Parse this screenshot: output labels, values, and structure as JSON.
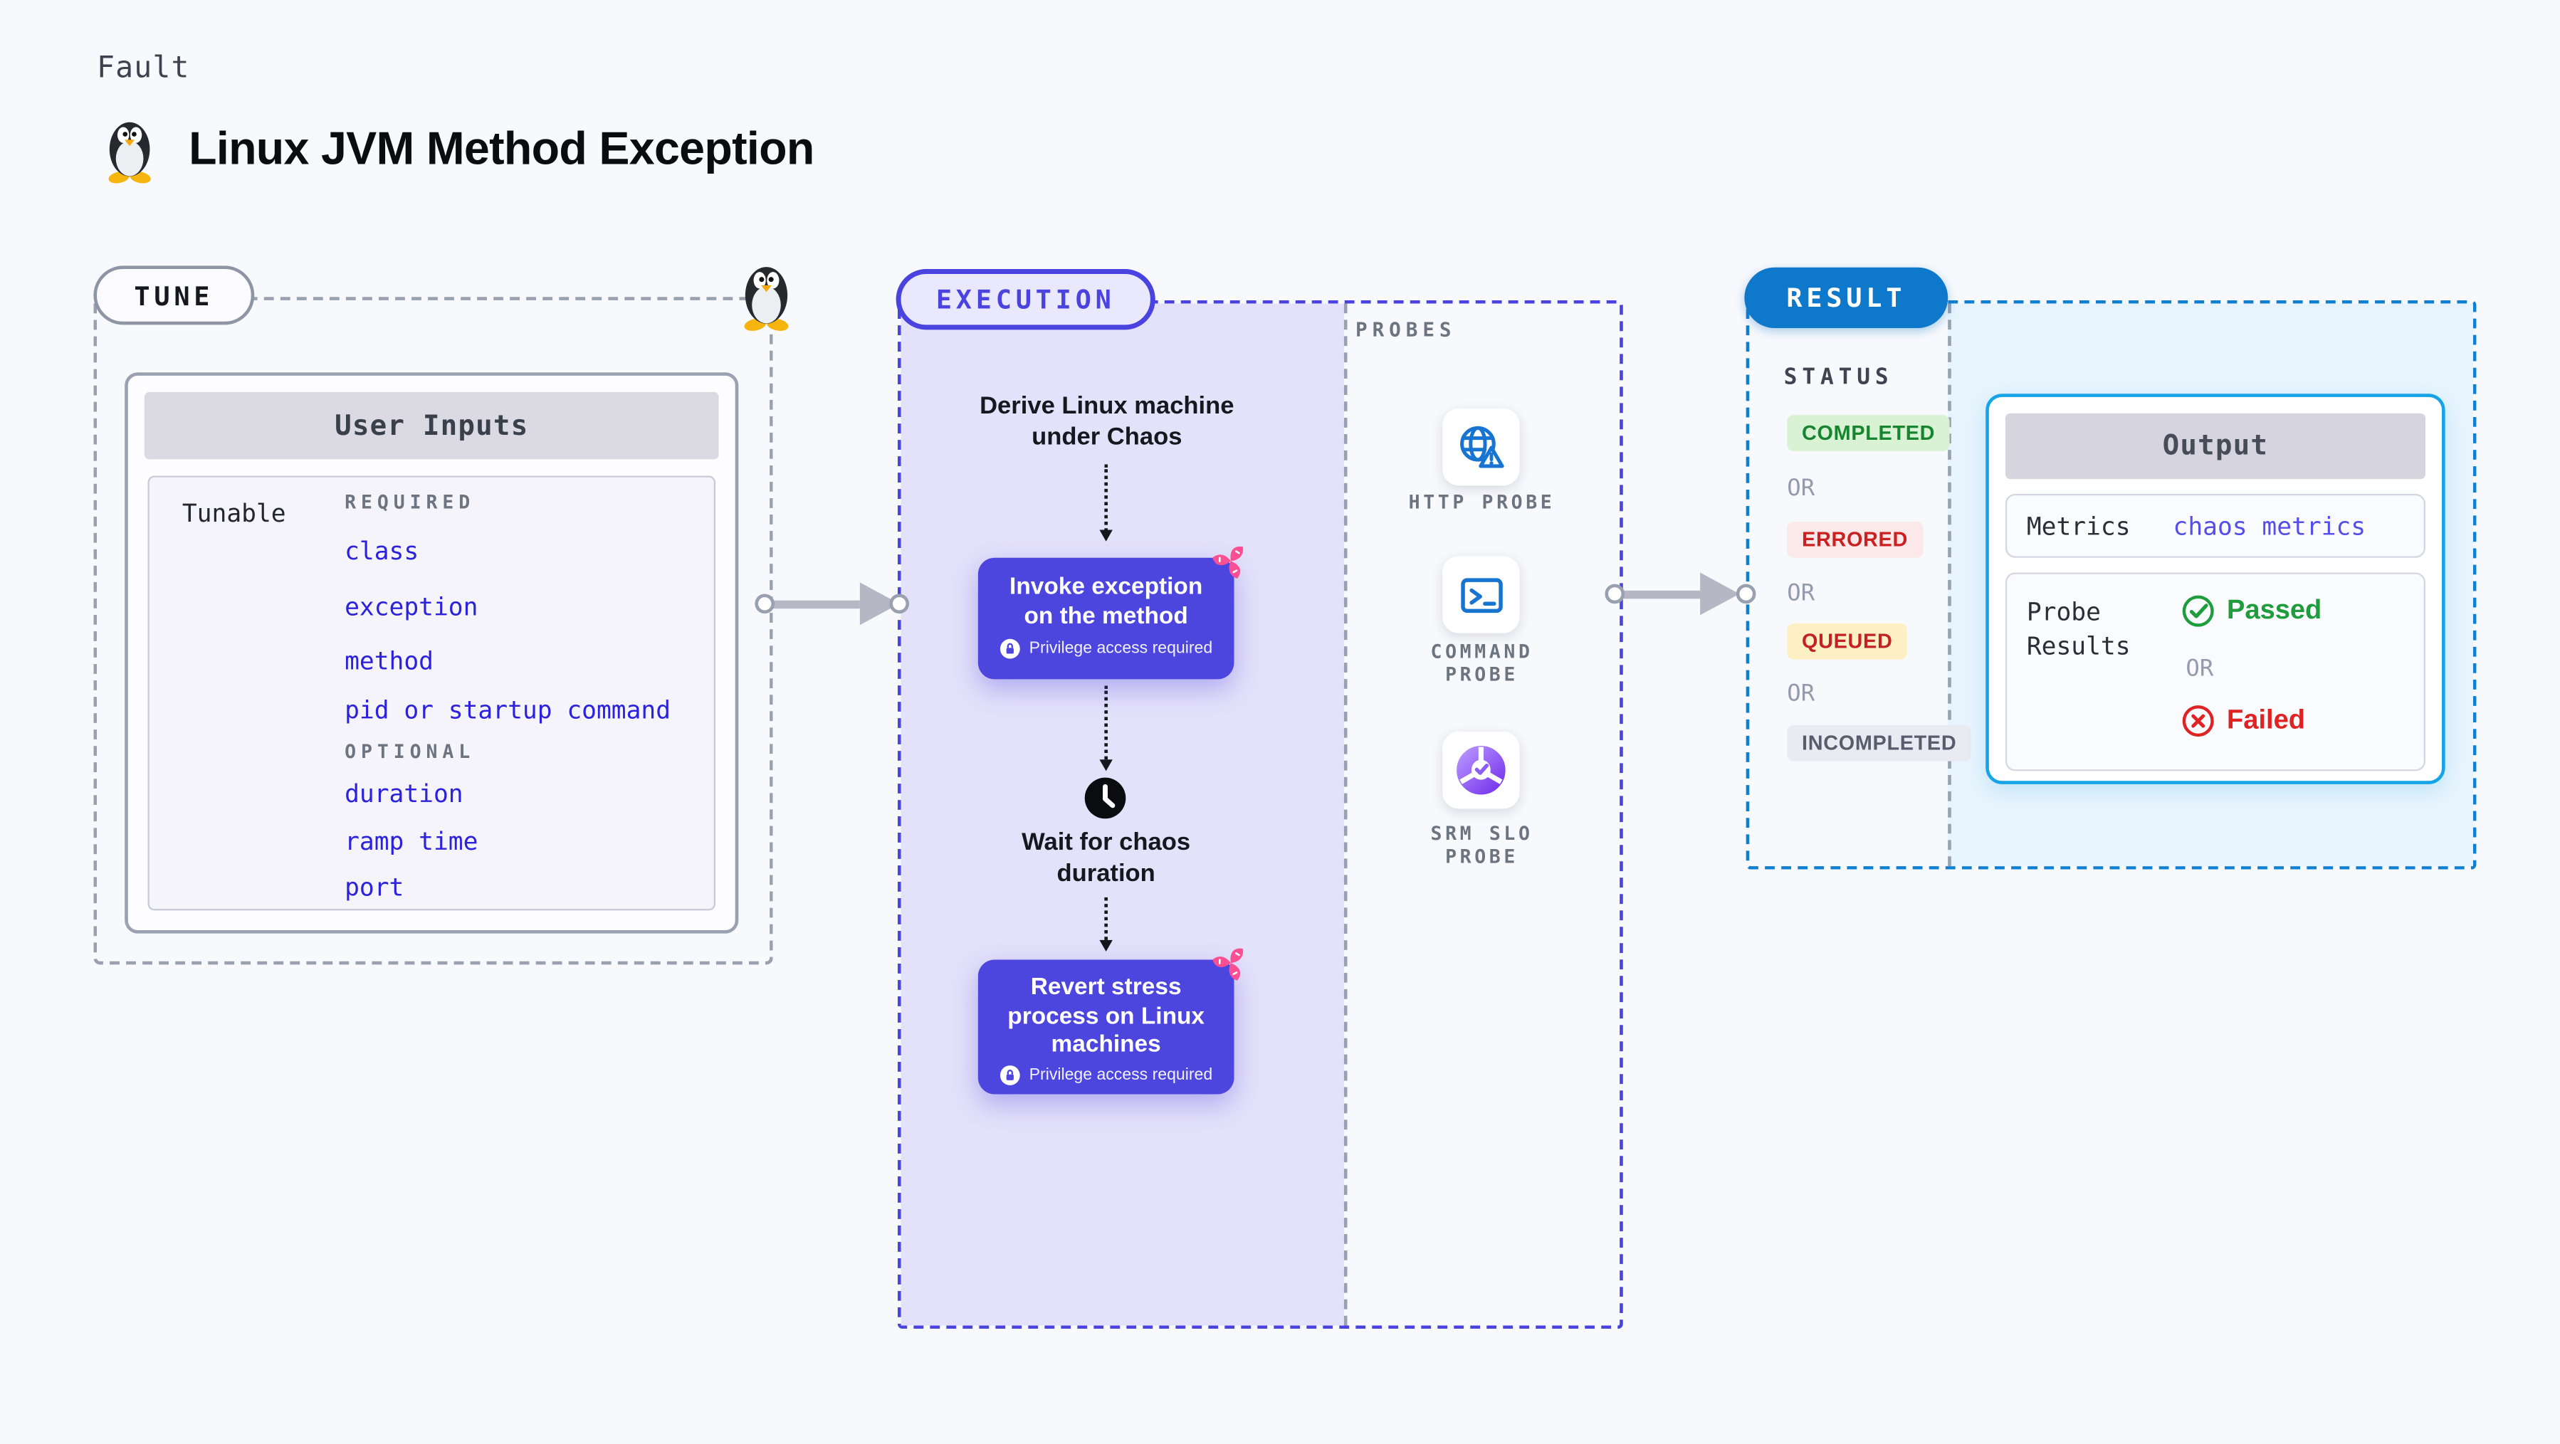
{
  "page": {
    "kicker": "Fault",
    "title": "Linux JVM Method Exception"
  },
  "tune": {
    "pill": "TUNE",
    "card_title": "User Inputs",
    "row_label": "Tunable",
    "required_label": "REQUIRED",
    "required_items": [
      "class",
      "exception",
      "method",
      "pid or startup command"
    ],
    "optional_label": "OPTIONAL",
    "optional_items": [
      "duration",
      "ramp time",
      "port"
    ]
  },
  "execution": {
    "pill": "EXECUTION",
    "derive_line1": "Derive Linux machine",
    "derive_line2": "under Chaos",
    "invoke_line1": "Invoke exception",
    "invoke_line2": "on the method",
    "wait_line1": "Wait for chaos",
    "wait_line2": "duration",
    "revert_line1": "Revert stress",
    "revert_line2": "process on Linux",
    "revert_line3": "machines",
    "privilege_note": "Privilege access required"
  },
  "probes": {
    "label": "PROBES",
    "items": [
      {
        "icon": "http-probe-icon",
        "line1": "HTTP PROBE",
        "line2": ""
      },
      {
        "icon": "command-probe-icon",
        "line1": "COMMAND",
        "line2": "PROBE"
      },
      {
        "icon": "srm-slo-probe-icon",
        "line1": "SRM SLO",
        "line2": "PROBE"
      }
    ]
  },
  "result": {
    "pill": "RESULT",
    "status_label": "STATUS",
    "or_label": "OR",
    "badges": [
      {
        "text": "COMPLETED",
        "type": "success"
      },
      {
        "text": "ERRORED",
        "type": "error"
      },
      {
        "text": "QUEUED",
        "type": "queued"
      },
      {
        "text": "INCOMPLETED",
        "type": "neutral"
      }
    ],
    "output": {
      "title": "Output",
      "metrics_label": "Metrics",
      "metrics_value": "chaos metrics",
      "probe_results_label": "Probe Results",
      "passed_label": "Passed",
      "failed_label": "Failed"
    }
  },
  "colors": {
    "accent_indigo": "#4b43e0",
    "step_box_indigo": "#4d46de",
    "tunable_link_blue": "#2c22dd",
    "result_blue": "#0e78cb",
    "output_border_cyan": "#16a4e8",
    "success_bg": "#d9f2d4",
    "success_text": "#178430",
    "error_bg": "#fbe9e9",
    "error_text": "#cb2020",
    "queued_bg": "#fdf0c5",
    "queued_text": "#c32222",
    "neutral_bg": "#e9eaf2",
    "neutral_text": "#575d6d",
    "passed_green": "#1f9d3c",
    "failed_red": "#df2222",
    "spark_pink": "#fb4f93",
    "probe_icon_blue": "#1774d1",
    "arrow_gray": "#b5b8c4"
  }
}
